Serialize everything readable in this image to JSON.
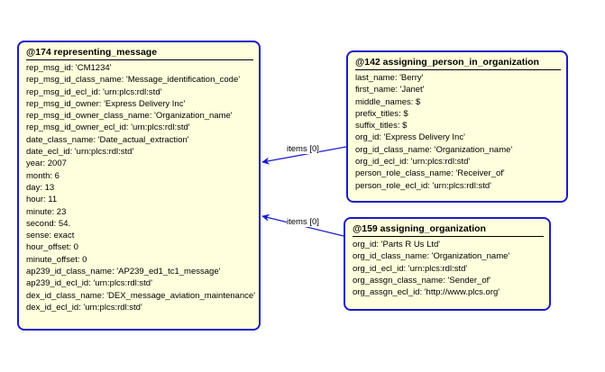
{
  "entities": [
    {
      "id": "e174",
      "title": "@174 representing_message",
      "attributes": [
        "rep_msg_id: 'CM1234'",
        "rep_msg_id_class_name: 'Message_identification_code'",
        "rep_msg_id_ecl_id: 'urn:plcs:rdl:std'",
        "rep_msg_id_owner: 'Express Delivery Inc'",
        "rep_msg_id_owner_class_name: 'Organization_name'",
        "rep_msg_id_owner_ecl_id: 'urn:plcs:rdl:std'",
        "date_class_name: 'Date_actual_extraction'",
        "date_ecl_id: 'urn:plcs:rdl:std'",
        "year: 2007",
        "month: 6",
        "day: 13",
        "hour: 11",
        "minute: 23",
        "second: 54.",
        "sense: exact",
        "hour_offset: 0",
        "minute_offset: 0",
        "ap239_id_class_name: 'AP239_ed1_tc1_message'",
        "ap239_id_ecl_id: 'urn:plcs:rdl:std'",
        "dex_id_class_name: 'DEX_message_aviation_maintenance'",
        "dex_id_ecl_id: 'urn:plcs:rdl:std'"
      ]
    },
    {
      "id": "e142",
      "title": "@142 assigning_person_in_organization",
      "attributes": [
        "last_name: 'Berry'",
        "first_name: 'Janet'",
        "middle_names: $",
        "prefix_titles: $",
        "suffix_titles: $",
        "org_id: 'Express Delivery Inc'",
        "org_id_class_name: 'Organization_name'",
        "org_id_ecl_id: 'urn:plcs:rdl:std'",
        "person_role_class_name: 'Receiver_of'",
        "person_role_ecl_id: 'urn:plcs:rdl:std'"
      ]
    },
    {
      "id": "e159",
      "title": "@159 assigning_organization",
      "attributes": [
        "org_id: 'Parts R Us Ltd'",
        "org_id_class_name: 'Organization_name'",
        "org_id_ecl_id: 'urn:plcs:rdl:std'",
        "org_assgn_class_name: 'Sender_of'",
        "org_assgn_ecl_id: 'http://www.plcs.org'"
      ]
    }
  ],
  "links": [
    {
      "label": "items [0]",
      "from": "e142",
      "to": "e174"
    },
    {
      "label": "items [0]",
      "from": "e159",
      "to": "e174"
    }
  ],
  "colors": {
    "border": "#1a1acc",
    "fill": "#ffffdd",
    "line": "#1a1acc"
  }
}
